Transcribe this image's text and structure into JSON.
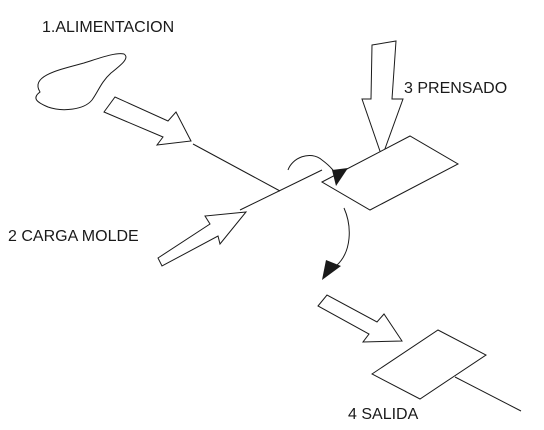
{
  "steps": [
    {
      "label": "1.ALIMENTACION"
    },
    {
      "label": "2 CARGA MOLDE"
    },
    {
      "label": "3 PRENSADO"
    },
    {
      "label": "4 SALIDA"
    }
  ],
  "colors": {
    "line": "#1a1a1a",
    "background": "#ffffff"
  }
}
